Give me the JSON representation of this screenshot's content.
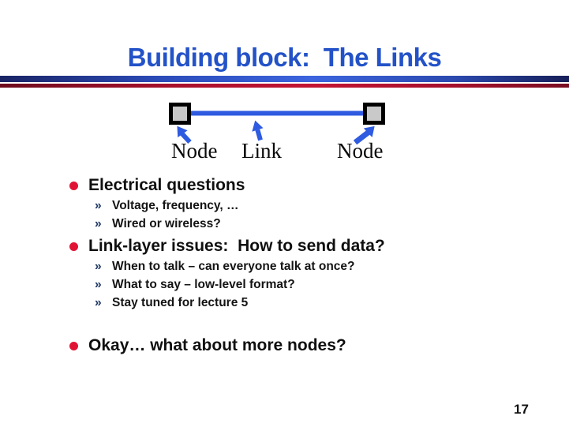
{
  "slide": {
    "title": "Building block:  The Links",
    "page_number": "17",
    "sub_bullet_glyph": "»",
    "colors": {
      "title_blue": "#2352C8",
      "accent_bar_blue": "#3C64DE",
      "accent_bar_red": "#C41434",
      "bullet_red": "#E11334",
      "sub_bullet_navy": "#1F3864",
      "link_line_blue": "#2E5BE0",
      "node_fill": "#C9C9C9",
      "node_border": "#000000",
      "body_text": "#111111"
    },
    "diagram": {
      "labels": {
        "left_node": "Node",
        "link": "Link",
        "right_node": "Node"
      }
    },
    "bullets": [
      {
        "label": "Electrical questions",
        "sub": [
          "Voltage, frequency, …",
          "Wired or wireless?"
        ]
      },
      {
        "label": "Link-layer issues:  How to send data?",
        "sub": [
          "When to talk – can everyone talk at once?",
          "What to say – low-level format?",
          "Stay tuned for lecture 5"
        ]
      },
      {
        "label": "Okay… what about more nodes?",
        "sub": []
      }
    ]
  }
}
